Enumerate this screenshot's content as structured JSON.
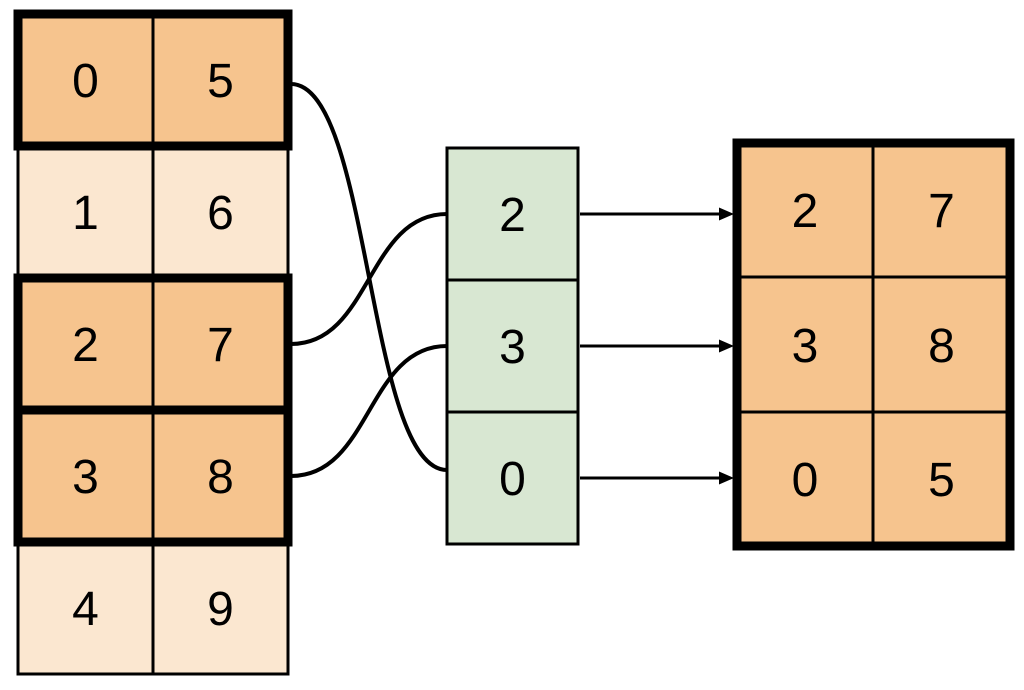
{
  "colors": {
    "highlight_fill": "#F6C48E",
    "plain_fill": "#FBE7D0",
    "index_fill": "#D8E7D2",
    "stroke": "#000000"
  },
  "left_table": {
    "rows": [
      {
        "cells": [
          "0",
          "5"
        ],
        "highlighted": true
      },
      {
        "cells": [
          "1",
          "6"
        ],
        "highlighted": false
      },
      {
        "cells": [
          "2",
          "7"
        ],
        "highlighted": true
      },
      {
        "cells": [
          "3",
          "8"
        ],
        "highlighted": true
      },
      {
        "cells": [
          "4",
          "9"
        ],
        "highlighted": false
      }
    ]
  },
  "index_column": {
    "cells": [
      "2",
      "3",
      "0"
    ]
  },
  "right_table": {
    "rows": [
      {
        "cells": [
          "2",
          "7"
        ]
      },
      {
        "cells": [
          "3",
          "8"
        ]
      },
      {
        "cells": [
          "0",
          "5"
        ]
      }
    ]
  },
  "mappings": [
    {
      "index_value": "2",
      "source_left_row": 2,
      "target_right_row": 0
    },
    {
      "index_value": "3",
      "source_left_row": 3,
      "target_right_row": 1
    },
    {
      "index_value": "0",
      "source_left_row": 0,
      "target_right_row": 2
    }
  ]
}
